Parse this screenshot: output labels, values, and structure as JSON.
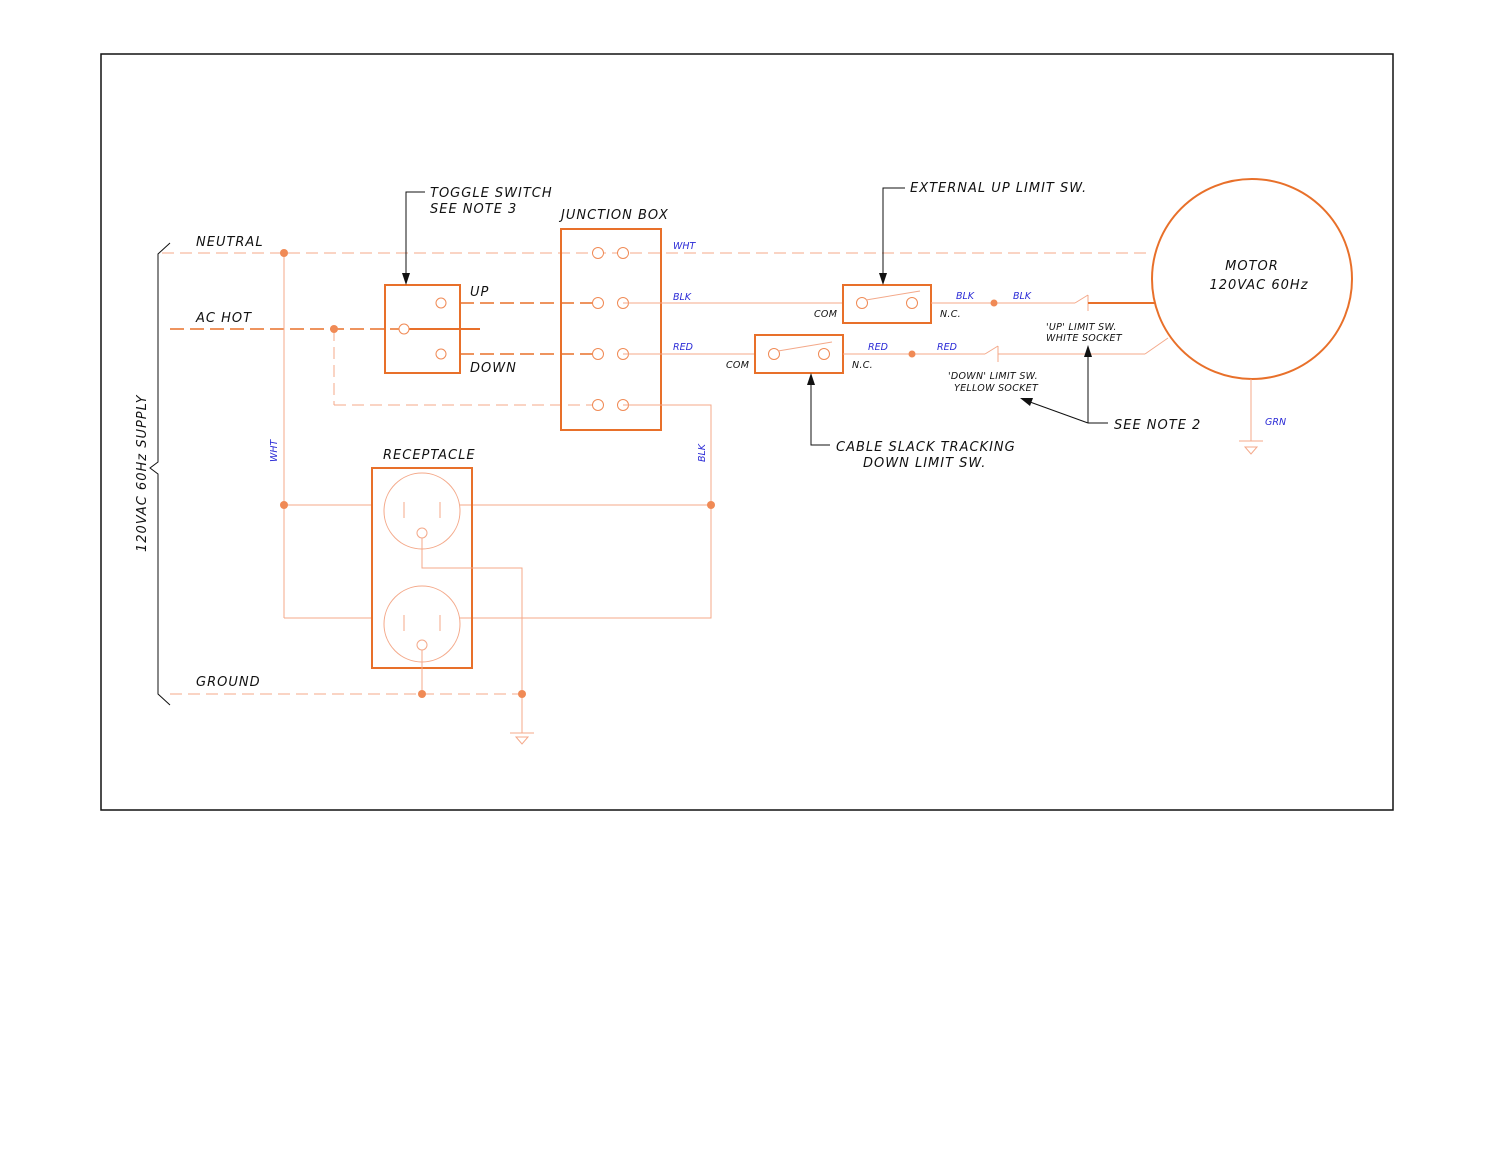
{
  "supply": {
    "label": "120VAC 60Hz SUPPLY",
    "neutral": "NEUTRAL",
    "ac_hot": "AC HOT",
    "ground": "GROUND"
  },
  "toggle_switch": {
    "callout_line1": "TOGGLE SWITCH",
    "callout_line2": "SEE NOTE 3",
    "up": "UP",
    "down": "DOWN"
  },
  "junction_box": {
    "label": "JUNCTION BOX"
  },
  "receptacle": {
    "label": "RECEPTACLE"
  },
  "motor": {
    "line1": "MOTOR",
    "line2": "120VAC 60Hz"
  },
  "up_limit_switch": {
    "callout": "EXTERNAL UP LIMIT SW.",
    "com": "COM",
    "nc": "N.C."
  },
  "cable_slack_switch": {
    "callout_line1": "CABLE SLACK TRACKING",
    "callout_line2": "DOWN LIMIT SW.",
    "com": "COM",
    "nc": "N.C."
  },
  "internal_up_limit": {
    "line1": "'UP' LIMIT SW.",
    "line2": "WHITE SOCKET"
  },
  "internal_down_limit": {
    "line1": "'DOWN' LIMIT SW.",
    "line2": "YELLOW SOCKET"
  },
  "note2": "SEE NOTE 2",
  "wire_labels": {
    "wht_top": "WHT",
    "blk_top": "BLK",
    "red_top": "RED",
    "blk_sw": "BLK",
    "blk_motor": "BLK",
    "red_sw": "RED",
    "red_motor": "RED",
    "grn": "GRN",
    "wht_vertical": "WHT",
    "blk_vertical": "BLK"
  },
  "colors": {
    "wire": "#e8702a",
    "wire_light": "#f4a98a",
    "wire_label": "#2a2ad6",
    "frame": "#111111"
  }
}
